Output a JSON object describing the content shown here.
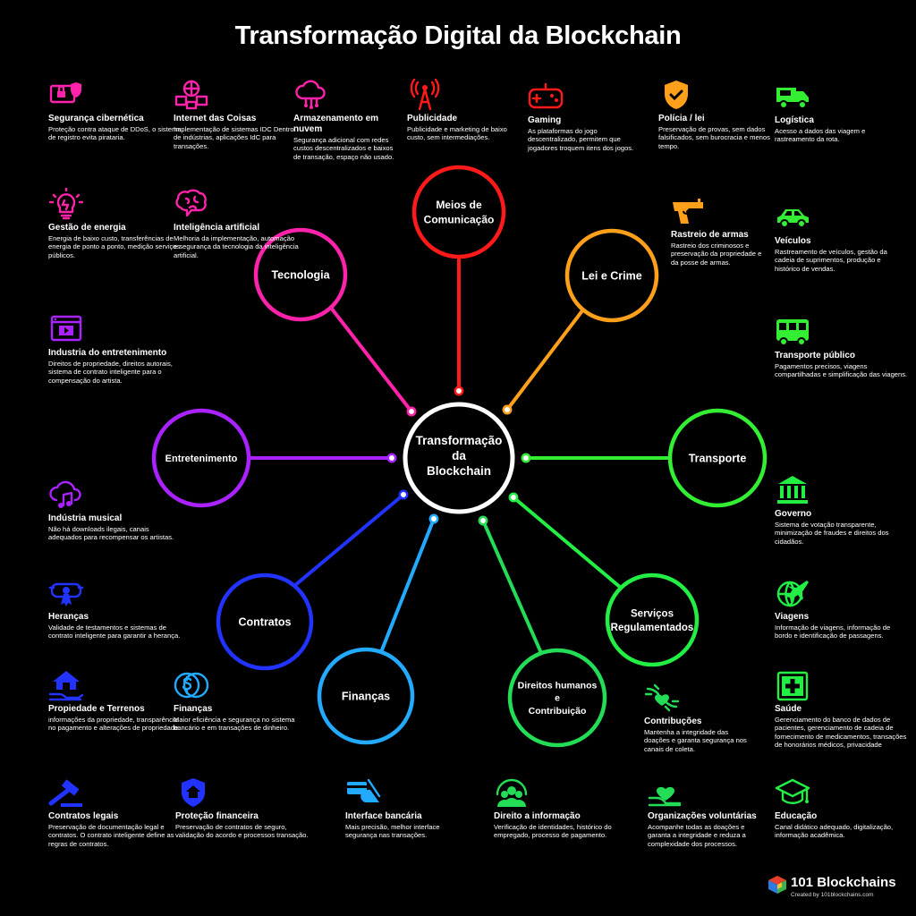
{
  "title": "Transformação Digital da Blockchain",
  "center": {
    "lines": [
      "Transformação",
      "da",
      "Blockchain"
    ]
  },
  "colors": {
    "media": "#ff1a1a",
    "law": "#ffa01a",
    "transport": "#33ee33",
    "regulated": "#22ee44",
    "rights": "#22dd55",
    "finance": "#22aaff",
    "contracts": "#2233ff",
    "entertainment": "#aa22ff",
    "technology": "#ff22aa"
  },
  "nodes": [
    {
      "lines": [
        "Meios de",
        "Comunicação"
      ]
    },
    {
      "lines": [
        "Lei e Crime"
      ]
    },
    {
      "lines": [
        "Transporte"
      ]
    },
    {
      "lines": [
        "Serviços",
        "Regulamentados"
      ]
    },
    {
      "lines": [
        "Direitos humanos",
        "e",
        "Contribuição"
      ]
    },
    {
      "lines": [
        "Finanças"
      ]
    },
    {
      "lines": [
        "Contratos"
      ]
    },
    {
      "lines": [
        "Entretenimento"
      ]
    },
    {
      "lines": [
        "Tecnologia"
      ]
    }
  ],
  "cards": [
    {
      "icon": "security-icon",
      "title": "Segurança cibernética",
      "desc": "Proteção contra ataque de DDoS, o sistema de registro evita pirataria."
    },
    {
      "icon": "iot-icon",
      "title": "Internet das Coisas",
      "desc": "Implementação de sistemas IDC Dentro de indústrias, aplicações IdC para transações."
    },
    {
      "icon": "cloud-storage-icon",
      "title": "Armazenamento em nuvem",
      "desc": "Segurança adicional com redes custos descentralizados e baixos de transação, espaço não usado."
    },
    {
      "icon": "antenna-icon",
      "title": "Publicidade",
      "desc": "Publicidade e marketing de baixo custo, sem intermediações."
    },
    {
      "icon": "gamepad-icon",
      "title": "Gaming",
      "desc": "As plataformas do jogo descentralizado, permitem que jogadores troquem itens dos jogos."
    },
    {
      "icon": "police-badge-icon",
      "title": "Polícia / lei",
      "desc": "Preservação de provas, sem dados falsificados, sem burocracia e menos tempo."
    },
    {
      "icon": "truck-icon",
      "title": "Logística",
      "desc": "Acesso a dados das viagem e rastreamento da rota."
    },
    {
      "icon": "lightbulb-icon",
      "title": "Gestão de energia",
      "desc": "Energia de baixo custo, transferências de energia de ponto a ponto, medição serviços públicos."
    },
    {
      "icon": "brain-icon",
      "title": "Inteligência artificial",
      "desc": "Melhoria da implementação, automação e segurança da tecnologia da inteligência artificial."
    },
    {
      "icon": "gun-icon",
      "title": "Rastreio de armas",
      "desc": "Rastreio dos criminosos e preservação da propriedade e da posse de armas."
    },
    {
      "icon": "car-icon",
      "title": "Veículos",
      "desc": "Rastreamento de veículos, gestão da cadeia de suprimentos, produção e histórico de vendas."
    },
    {
      "icon": "video-player-icon",
      "title": "Industria do entretenimento",
      "desc": "Direitos de propriedade, direitos autorais, sistema de contrato inteligente para o compensação do artista."
    },
    {
      "icon": "bus-icon",
      "title": "Transporte público",
      "desc": "Pagamentos precisos, viagens compartilhadas e simplificação das viagens."
    },
    {
      "icon": "music-cloud-icon",
      "title": "Indústria musical",
      "desc": "Não há downloads ilegais, canais adequados para recompensar os artistas."
    },
    {
      "icon": "government-icon",
      "title": "Governo",
      "desc": "Sistema de votação transparente, minimização de fraudes e direitos dos cidadãos."
    },
    {
      "icon": "diploma-icon",
      "title": "Heranças",
      "desc": "Validade de testamentos e sistemas de contrato inteligente para garantir a herança."
    },
    {
      "icon": "travel-icon",
      "title": "Viagens",
      "desc": "Informação de viagens, informação de bordo e identificação de passagens."
    },
    {
      "icon": "house-hand-icon",
      "title": "Propiedade e Terrenos",
      "desc": "informações da propriedade, transparência no pagamento e alterações de propriedade."
    },
    {
      "icon": "coins-icon",
      "title": "Finanças",
      "desc": "Maior eficiência e segurança no sistema bancário e em transações de dinheiro."
    },
    {
      "icon": "hands-heart-icon",
      "title": "Contribuções",
      "desc": "Mantenha a integridade das doações e garanta segurança nos canais de coleta."
    },
    {
      "icon": "first-aid-icon",
      "title": "Saúde",
      "desc": "Gerenciamento do banco de dados de pacientes, gerenciamento de cadeia de fornecimento de medicamentos, transações de honorários médicos, privacidade"
    },
    {
      "icon": "gavel-icon",
      "title": "Contratos legais",
      "desc": "Preservação de documentação legal e contratos. O contrato inteligente define as regras de contratos."
    },
    {
      "icon": "shield-home-icon",
      "title": "Proteção financeira",
      "desc": "Preservação de contratos de seguro, validação do acordo e processos transação."
    },
    {
      "icon": "card-hand-icon",
      "title": "Interface bancária",
      "desc": "Mais precisão, melhor interface segurança nas transações."
    },
    {
      "icon": "people-icon",
      "title": "Direito a informação",
      "desc": "Verificação de identidades, histórico do empregado, processo de pagamento."
    },
    {
      "icon": "heart-hand-icon",
      "title": "Organizações voluntárias",
      "desc": "Acompanhe todas as doações e garanta a integridade e reduza a complexidade dos processos."
    },
    {
      "icon": "graduation-cap-icon",
      "title": "Educação",
      "desc": "Canal didático adequado, digitalização, informação acadêmica."
    }
  ],
  "logo": {
    "name": "101 Blockchains",
    "sub": "Created by 101blockchains.com"
  }
}
